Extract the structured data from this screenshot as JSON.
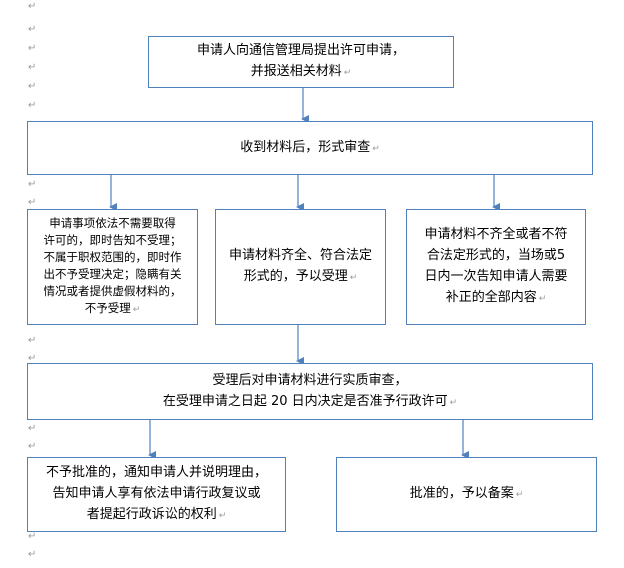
{
  "colors": {
    "border": "#4f81bd",
    "arrow": "#4f81bd",
    "paragraph_mark": "#9a9a9a"
  },
  "margin_mark": "↵",
  "paragraph_mark": "↵",
  "boxes": {
    "apply": "申请人向通信管理局提出许可申请，\n并报送相关材料",
    "receive": "收到材料后，形式审查",
    "reject_early": "申请事项依法不需要取得\n许可的，即时告知不受理；\n不属于职权范围的，即时作\n出不予受理决定；隐瞒有关\n情况或者提供虚假材料的，\n不予受理",
    "accept": "申请材料齐全、符合法定\n形式的，予以受理",
    "incomplete": "申请材料不齐全或者不符\n合法定形式的，当场或5\n日内一次告知申请人需要\n补正的全部内容",
    "review": "受理后对申请材料进行实质审查，\n在受理申请之日起 20 日内决定是否准予行政许可",
    "deny": "不予批准的，通知申请人并说明理由，\n告知申请人享有依法申请行政复议或\n者提起行政诉讼的权利",
    "approve": "批准的，予以备案"
  }
}
